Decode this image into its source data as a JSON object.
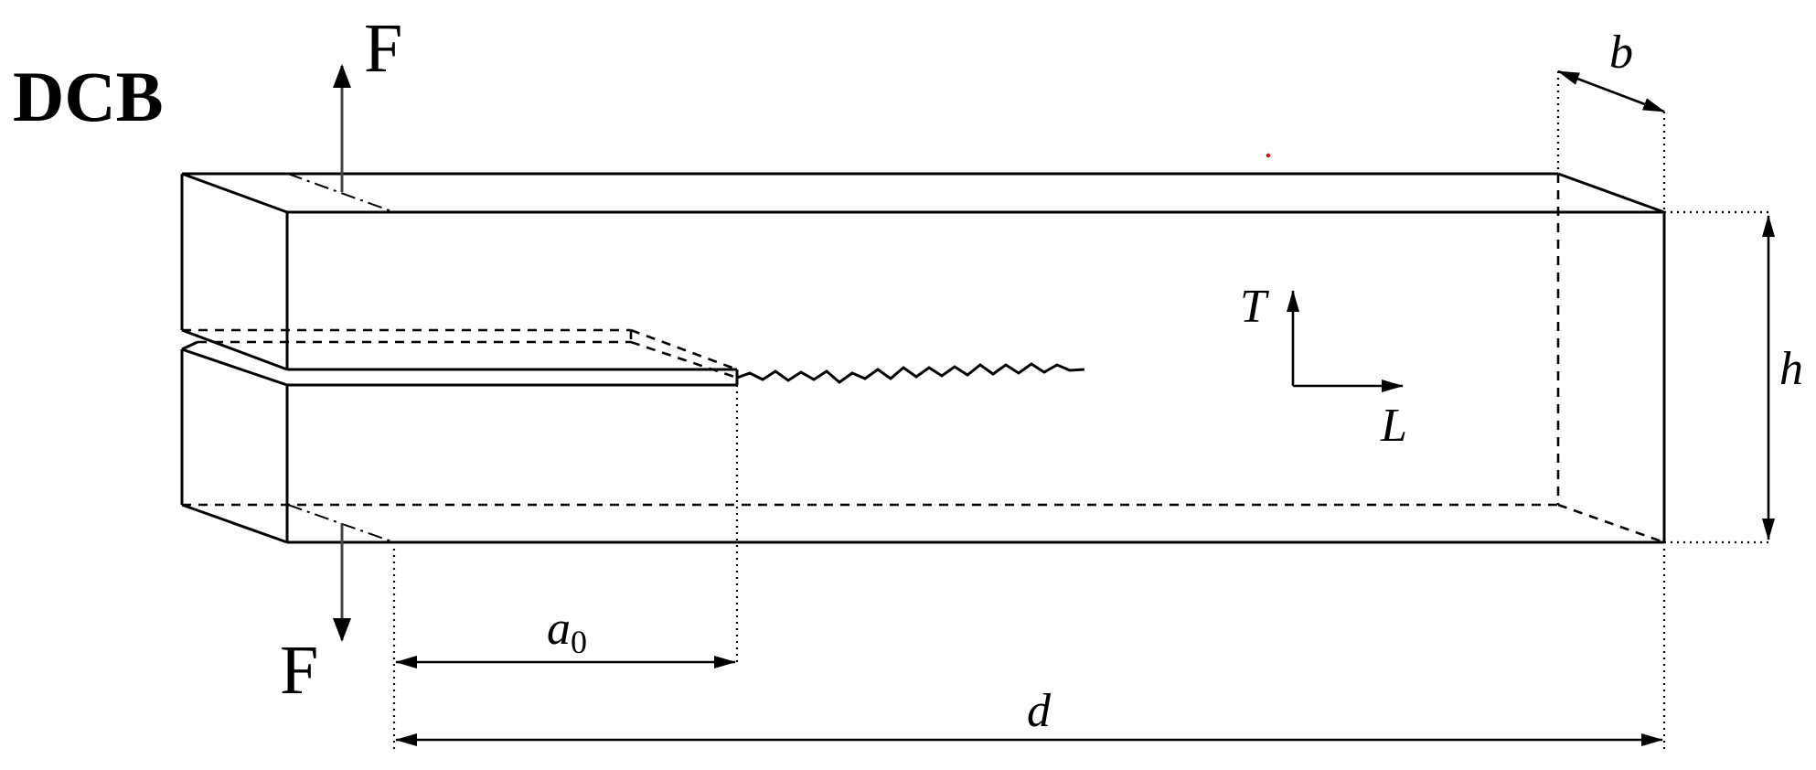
{
  "title": "DCB",
  "force_label": "F",
  "labels": {
    "width": "b",
    "height": "h",
    "length": "d",
    "crack": "a",
    "crack_subscript": "0",
    "transverse_axis": "T",
    "longitudinal_axis": "L"
  },
  "colors": {
    "line": "#000000",
    "force_arrow": "#444444",
    "marker": "#e00000"
  }
}
